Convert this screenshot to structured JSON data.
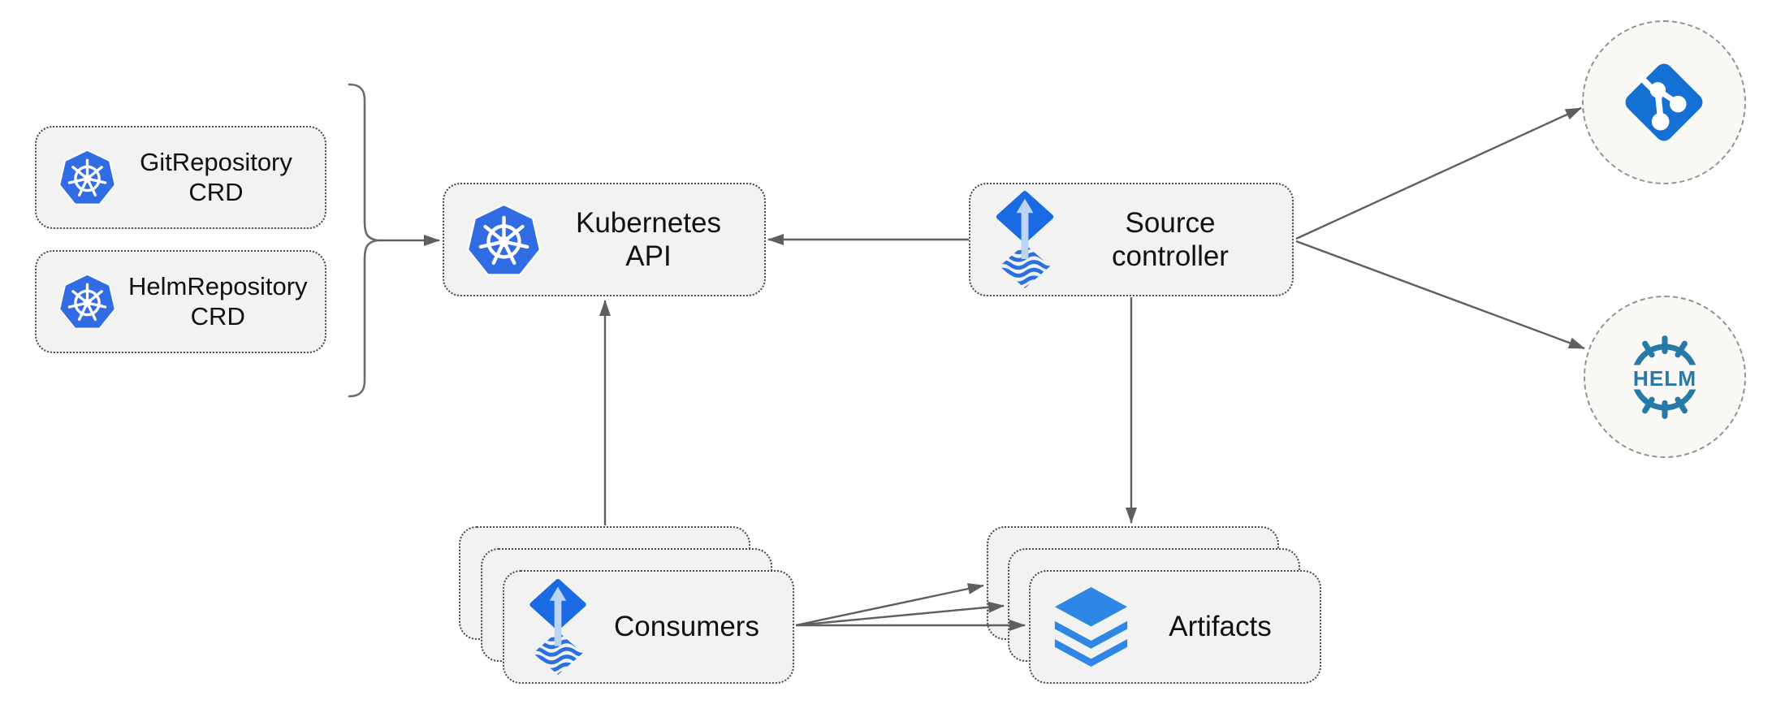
{
  "nodes": {
    "gitRepositoryCrd": {
      "label": "GitRepository\nCRD",
      "icon": "kubernetes"
    },
    "helmRepositoryCrd": {
      "label": "HelmRepository\nCRD",
      "icon": "kubernetes"
    },
    "kubernetesApi": {
      "label": "Kubernetes API",
      "icon": "kubernetes"
    },
    "sourceController": {
      "label": "Source\ncontroller",
      "icon": "flux-source"
    },
    "consumers": {
      "label": "Consumers",
      "icon": "flux-source",
      "stack_count": 3
    },
    "artifacts": {
      "label": "Artifacts",
      "icon": "layers",
      "stack_count": 3
    },
    "git": {
      "icon": "git"
    },
    "helm": {
      "label": "HELM",
      "icon": "helm"
    }
  },
  "edges": [
    {
      "from": "gitRepositoryCrd",
      "to": "kubernetesApi",
      "via": "group-brace"
    },
    {
      "from": "helmRepositoryCrd",
      "to": "kubernetesApi",
      "via": "group-brace"
    },
    {
      "from": "sourceController",
      "to": "kubernetesApi"
    },
    {
      "from": "consumers",
      "to": "kubernetesApi"
    },
    {
      "from": "sourceController",
      "to": "artifacts"
    },
    {
      "from": "sourceController",
      "to": "git"
    },
    {
      "from": "sourceController",
      "to": "helm"
    },
    {
      "from": "consumers",
      "to": "artifacts",
      "arrow_count": 3
    }
  ],
  "colors": {
    "kubernetes_blue": "#326CE5",
    "flux_blue": "#1A6BE3",
    "flux_wave_blue": "#2B6FE0",
    "flux_arrow_light": "#BCD3F2",
    "git_blue": "#1470D2",
    "helm_teal": "#2779A8",
    "layers_blue": "#2E86E5",
    "box_fill": "#F2F2F2",
    "box_border_dotted": "#4A4A4A",
    "circle_fill": "#FAF8F4",
    "circle_border_dashed": "#939393",
    "connector_gray": "#5F5F5F",
    "text": "#111111"
  }
}
